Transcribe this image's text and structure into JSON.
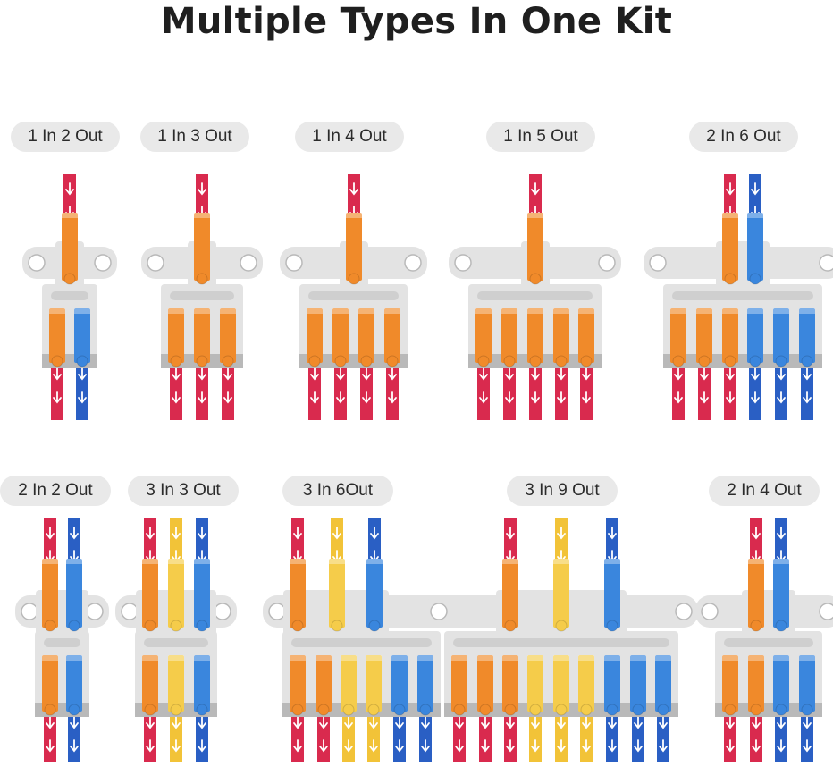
{
  "title": "Multiple Types In One Kit",
  "colors": {
    "red_wire": "#d92a4e",
    "blue_wire": "#2a5fc4",
    "yellow_wire": "#f2c338",
    "orange_lever": "#f08a2a",
    "blue_lever": "#3a86dd",
    "yellow_lever": "#f5cc4a",
    "housing": "#e3e3e3",
    "housing_dark": "#b9b9b9",
    "pill_bg": "#e9e9e9",
    "title_text": "#1f1f1f"
  },
  "connectors": [
    {
      "label": "1 In 2 Out",
      "inputs": [
        "red"
      ],
      "outputs": [
        "red",
        "blue"
      ]
    },
    {
      "label": "1 In 3 Out",
      "inputs": [
        "red"
      ],
      "outputs": [
        "red",
        "red",
        "red"
      ]
    },
    {
      "label": "1 In 4 Out",
      "inputs": [
        "red"
      ],
      "outputs": [
        "red",
        "red",
        "red",
        "red"
      ]
    },
    {
      "label": "1 In 5 Out",
      "inputs": [
        "red"
      ],
      "outputs": [
        "red",
        "red",
        "red",
        "red",
        "red"
      ]
    },
    {
      "label": "2 In 6 Out",
      "inputs": [
        "red",
        "blue"
      ],
      "outputs": [
        "red",
        "red",
        "red",
        "blue",
        "blue",
        "blue"
      ]
    },
    {
      "label": "2 In 2 Out",
      "inputs": [
        "red",
        "blue"
      ],
      "outputs": [
        "red",
        "blue"
      ]
    },
    {
      "label": "3 In 3 Out",
      "inputs": [
        "red",
        "yellow",
        "blue"
      ],
      "outputs": [
        "red",
        "yellow",
        "blue"
      ]
    },
    {
      "label": "3 In 6Out",
      "inputs": [
        "red",
        "yellow",
        "blue"
      ],
      "outputs": [
        "red",
        "red",
        "yellow",
        "yellow",
        "blue",
        "blue"
      ]
    },
    {
      "label": "3 In 9 Out",
      "inputs": [
        "red",
        "yellow",
        "blue"
      ],
      "outputs": [
        "red",
        "red",
        "red",
        "yellow",
        "yellow",
        "yellow",
        "blue",
        "blue",
        "blue"
      ]
    },
    {
      "label": "2 In 4 Out",
      "inputs": [
        "red",
        "blue"
      ],
      "outputs": [
        "red",
        "red",
        "blue",
        "blue"
      ]
    }
  ]
}
